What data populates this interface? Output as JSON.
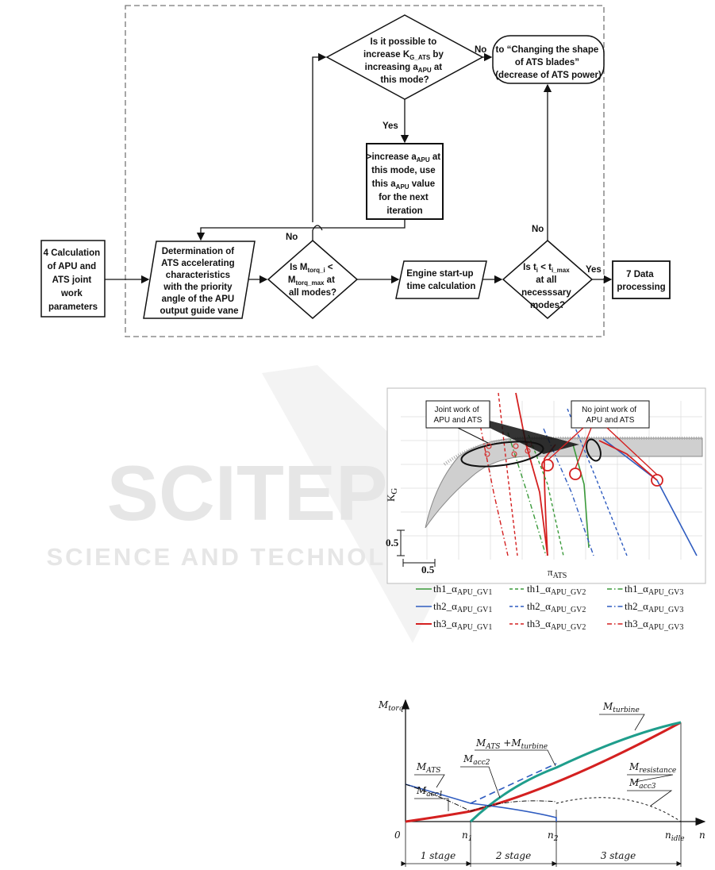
{
  "watermark": {
    "main": "SCITEPRESS",
    "sub": "SCIENCE AND TECHNOLOGY PUBLICATIONS"
  },
  "flowchart": {
    "start_box": [
      "4 Calculation",
      "of APU and",
      "ATS joint",
      "work",
      "parameters"
    ],
    "determination": [
      "Determination of",
      "ATS accelerating",
      "characteristics",
      "with the priority",
      "angle of the APU",
      "output guide vane"
    ],
    "decision_torque": [
      "Is M",
      "torq_i",
      " <",
      "M",
      "torq_max",
      " at",
      "all modes?"
    ],
    "decision_kg": [
      "Is it possible to",
      "increase K",
      "G_ATS",
      " by",
      "increasing a",
      "APU",
      " at",
      "this mode?"
    ],
    "increase_box": [
      ">increase a",
      "APU",
      " at",
      "this mode, use",
      "this a",
      "APU",
      " value",
      "for the next",
      "iteration"
    ],
    "shape_box": [
      "to “Changing the shape",
      "of ATS blades”",
      "(decrease of ATS power)"
    ],
    "startup_time": [
      "Engine start-up",
      "time calculation"
    ],
    "decision_time": [
      "Is t",
      "i",
      " < t",
      "i_max",
      "at all",
      "necesssary",
      "modes?"
    ],
    "data_box": [
      "7 Data",
      "processing"
    ],
    "labels": {
      "no1": "No",
      "yes1": "Yes",
      "no2": "No",
      "no3": "No",
      "yes3": "Yes"
    }
  },
  "kg_chart": {
    "callout_joint": [
      "Joint work of",
      "APU and ATS"
    ],
    "callout_nojoint": [
      "No joint work of",
      "APU and ATS"
    ],
    "ylabel": "K",
    "ylabel_sub": "G",
    "xlabel": "π",
    "xlabel_sub": "ATS",
    "y_tick": "0.5",
    "x_tick": "0.5",
    "legend": [
      {
        "th": "th1",
        "sub": "APU_GV1",
        "color": "#3a9a3a",
        "dash": "none"
      },
      {
        "th": "th1",
        "sub": "APU_GV2",
        "color": "#3a9a3a",
        "dash": "4,3"
      },
      {
        "th": "th1",
        "sub": "APU_GV3",
        "color": "#3a9a3a",
        "dash": "6,3,1.5,3"
      },
      {
        "th": "th2",
        "sub": "APU_GV1",
        "color": "#2f5cc0",
        "dash": "none"
      },
      {
        "th": "th2",
        "sub": "APU_GV2",
        "color": "#2f5cc0",
        "dash": "4,3"
      },
      {
        "th": "th2",
        "sub": "APU_GV3",
        "color": "#2f5cc0",
        "dash": "6,3,1.5,3"
      },
      {
        "th": "th3",
        "sub": "APU_GV1",
        "color": "#d42020",
        "dash": "none"
      },
      {
        "th": "th3",
        "sub": "APU_GV2",
        "color": "#d42020",
        "dash": "4,3"
      },
      {
        "th": "th3",
        "sub": "APU_GV3",
        "color": "#d42020",
        "dash": "6,3,1.5,3"
      }
    ],
    "alpha": "α"
  },
  "torque_chart": {
    "y_axis": "M",
    "y_axis_sub": "torq",
    "x_axis": "n",
    "origin": "0",
    "n1": "n",
    "n1_sub": "1",
    "n2": "n",
    "n2_sub": "2",
    "nidle": "n",
    "nidle_sub": "idle",
    "m_turbine": "M",
    "m_turbine_sub": "turbine",
    "m_ats_turbine": "M",
    "m_ats_turbine_sub1": "ATS",
    "m_ats_turbine_plus": " +M",
    "m_ats_turbine_sub2": "turbine",
    "m_resistance": "M",
    "m_resistance_sub": "resistance",
    "m_ats": "M",
    "m_ats_sub": "ATS",
    "m_acc2": "M",
    "m_acc2_sub": "acc2",
    "m_acc1": "M",
    "m_acc1_sub": "acc1",
    "m_acc3": "M",
    "m_acc3_sub": "acc3",
    "stages": [
      "1 stage",
      "2 stage",
      "3 stage"
    ]
  },
  "colors": {
    "turbine": "#1f9e8c",
    "resistance": "#d42020",
    "ats": "#2f5cc0"
  }
}
